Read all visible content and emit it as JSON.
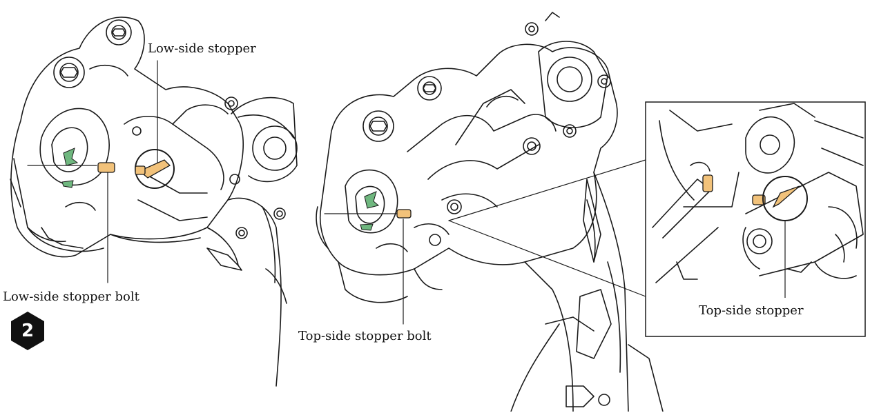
{
  "step_number": "2",
  "labels": {
    "low_side_stopper": "Low-side stopper",
    "low_side_stopper_bolt": "Low-side stopper bolt",
    "top_side_stopper_bolt": "Top-side stopper bolt",
    "top_side_stopper": "Top-side stopper"
  },
  "colors": {
    "line": "#1a1a1a",
    "highlight": "#f2c27a",
    "arrow": "#6fb77f"
  },
  "icons": [
    "rotate-arrow-icon",
    "hex-bolt-icon",
    "step-badge-icon"
  ]
}
